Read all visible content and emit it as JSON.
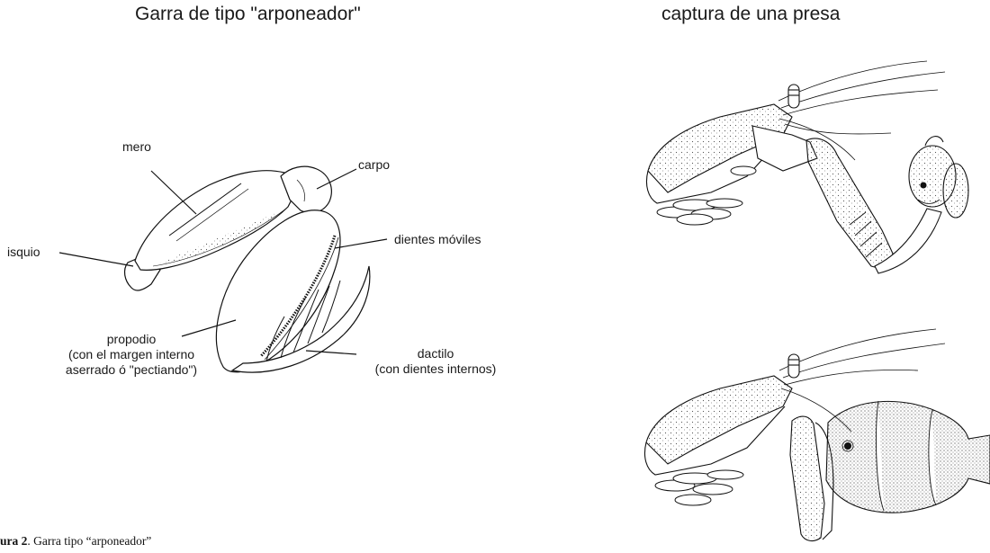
{
  "left_title": "Garra de tipo \"arponeador\"",
  "right_title": "captura de una presa",
  "labels": {
    "mero": "mero",
    "carpo": "carpo",
    "isquio": "isquio",
    "dientes_moviles": "dientes móviles",
    "propodio_line1": "propodio",
    "propodio_line2": "(con el margen interno",
    "propodio_line3": "aserrado ó \"pectiando\")",
    "dactilo_line1": "dactilo",
    "dactilo_line2": "(con dientes internos)"
  },
  "caption": {
    "prefix": "ura 2",
    "text": ". Garra tipo “arponeador”"
  }
}
